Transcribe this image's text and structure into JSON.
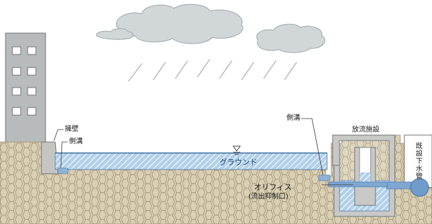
{
  "labels": {
    "weir": "擁壁",
    "side_ditch_left": "側溝",
    "side_ditch_right": "側溝",
    "ground": "グラウンド",
    "facility": "放流施設",
    "sewer": "既設下水管",
    "orifice_line1": "オリフィス",
    "orifice_line2": "(流出抑制口)"
  },
  "colors": {
    "soil": "#d7ccb1",
    "soil_line": "#b9ab8c",
    "building": "#b9bcbc",
    "water": "#a9c9e6",
    "concrete": "#c6c6c4",
    "cloud": "#d0d6d7",
    "rain": "#b3b8bb",
    "pipe": "#4f7fb8"
  }
}
